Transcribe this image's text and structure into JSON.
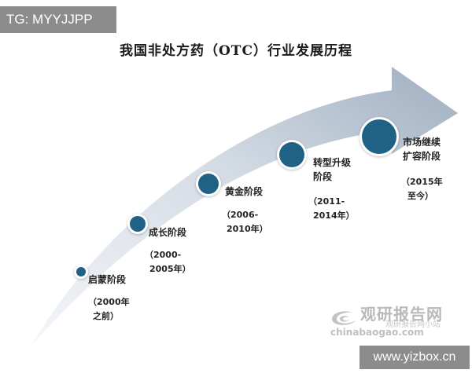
{
  "tag": "TG: MYYJJPP",
  "title": "我国非处方药（OTC）行业发展历程",
  "stages": [
    {
      "name_lines": [
        "启蒙阶段"
      ],
      "period_lines": [
        "（2000年",
        "之前）"
      ]
    },
    {
      "name_lines": [
        "成长阶段"
      ],
      "period_lines": [
        "（2000-",
        "2005年）"
      ]
    },
    {
      "name_lines": [
        "黄金阶段"
      ],
      "period_lines": [
        "（2006-",
        "2010年）"
      ]
    },
    {
      "name_lines": [
        "转型升级",
        "阶段"
      ],
      "period_lines": [
        "（2011-",
        "2014年）"
      ]
    },
    {
      "name_lines": [
        "市场继续",
        "扩容阶段"
      ],
      "period_lines": [
        "（2015年",
        "至今）"
      ]
    }
  ],
  "watermark": {
    "brand": "观研报告网",
    "url": "chinabaogao.com",
    "overlay": "观研报告网小站"
  },
  "site_label": "www.yizbox.cn",
  "colors": {
    "dot": "#1f6285",
    "arrow_light": "#eef2f6",
    "arrow_dark": "#a9b7c6",
    "badge": "#8c8c8c"
  }
}
